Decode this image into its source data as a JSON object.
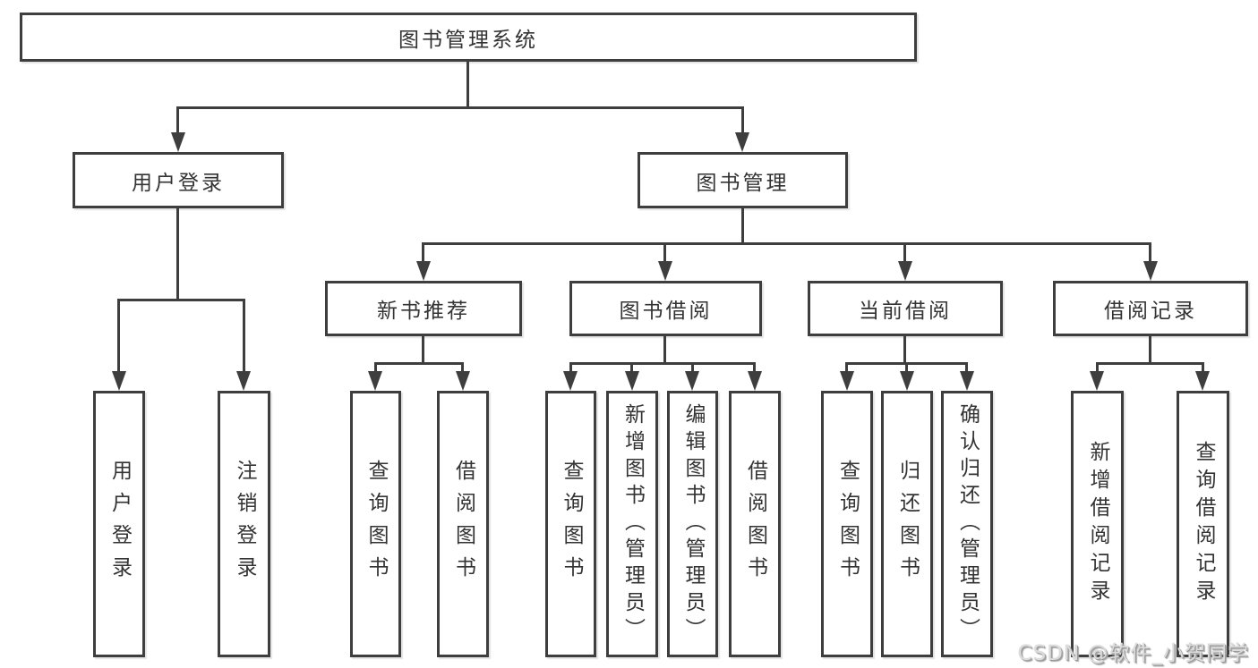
{
  "diagram": {
    "root": "图书管理系统",
    "level2": [
      {
        "label": "用户登录"
      },
      {
        "label": "图书管理"
      }
    ],
    "level3": [
      {
        "label": "新书推荐"
      },
      {
        "label": "图书借阅"
      },
      {
        "label": "当前借阅"
      },
      {
        "label": "借阅记录"
      }
    ],
    "leaves": [
      {
        "label": "用户登录"
      },
      {
        "label": "注销登录"
      },
      {
        "label": "查询图书"
      },
      {
        "label": "借阅图书"
      },
      {
        "label": "查询图书"
      },
      {
        "label": "新增图书（管理员）"
      },
      {
        "label": "编辑图书（管理员）"
      },
      {
        "label": "借阅图书"
      },
      {
        "label": "查询图书"
      },
      {
        "label": "归还图书"
      },
      {
        "label": "确认归还（管理员）"
      },
      {
        "label": "新增借阅记录"
      },
      {
        "label": "查询借阅记录"
      }
    ]
  },
  "watermark": {
    "text": "CSDN @软件_小贺同学"
  },
  "colors": {
    "line": "#3e3e3e",
    "text": "#333333",
    "background": "#ffffff",
    "watermark": "#dcdcdc"
  }
}
